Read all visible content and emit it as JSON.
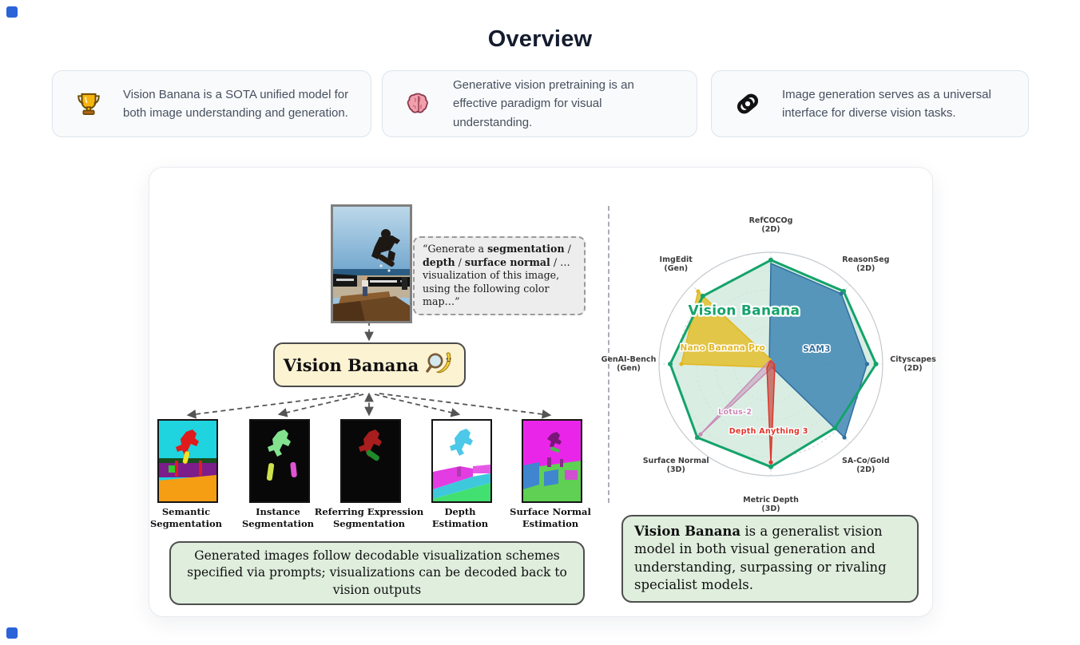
{
  "page": {
    "title": "Overview"
  },
  "cards": [
    {
      "icon": "trophy-icon",
      "text": "Vision Banana is a SOTA unified model for both image understanding and generation."
    },
    {
      "icon": "brain-icon",
      "text": "Generative vision pretraining is an effective paradigm for visual understanding."
    },
    {
      "icon": "link-icon",
      "text": "Image generation serves as a universal interface for diverse vision tasks."
    }
  ],
  "pipeline": {
    "prompt_segments": [
      {
        "text": "“Generate a ",
        "bold": false
      },
      {
        "text": "segmentation",
        "bold": true
      },
      {
        "text": " / ",
        "bold": false
      },
      {
        "text": "depth",
        "bold": true
      },
      {
        "text": " / ",
        "bold": false
      },
      {
        "text": "surface normal",
        "bold": true
      },
      {
        "text": " / … visualization of this image, using the following color map…”",
        "bold": false
      }
    ],
    "model_name": "Vision Banana",
    "outputs": [
      {
        "line1": "Semantic",
        "line2": "Segmentation"
      },
      {
        "line1": "Instance",
        "line2": "Segmentation"
      },
      {
        "line1": "Referring Expression",
        "line2": "Segmentation"
      },
      {
        "line1": "Depth",
        "line2": "Estimation"
      },
      {
        "line1": "Surface Normal",
        "line2": "Estimation"
      }
    ],
    "caption": "Generated images follow decodable visualization schemes specified via prompts; visualizations can be decoded back to vision outputs"
  },
  "right_panel": {
    "caption_segments": [
      {
        "text": "Vision Banana",
        "bold": true
      },
      {
        "text": " is a generalist vision model in both visual generation and understanding, surpassing or rivaling specialist models.",
        "bold": false
      }
    ]
  },
  "chart_data": {
    "type": "radar",
    "scale_max": 1.0,
    "rings": 5,
    "grid": true,
    "axes": [
      {
        "name": "RefCOCOg",
        "tag": "(2D)"
      },
      {
        "name": "ReasonSeg",
        "tag": "(2D)"
      },
      {
        "name": "Cityscapes",
        "tag": "(2D)"
      },
      {
        "name": "SA-Co/Gold",
        "tag": "(2D)"
      },
      {
        "name": "Metric Depth",
        "tag": "(3D)"
      },
      {
        "name": "Surface Normal",
        "tag": "(3D)"
      },
      {
        "name": "GenAI-Bench",
        "tag": "(Gen)"
      },
      {
        "name": "ImgEdit",
        "tag": "(Gen)"
      }
    ],
    "series": [
      {
        "name": "Vision Banana",
        "color": "#14a36b",
        "fill": "#cfe8dc",
        "fill_opacity": 0.8,
        "stroke_width": 3,
        "values": [
          0.93,
          0.92,
          0.94,
          0.81,
          0.92,
          0.93,
          0.9,
          0.86
        ],
        "dots": [
          0,
          1,
          2,
          3,
          4,
          5,
          6,
          7
        ],
        "label_pos": [
          -0.24,
          -0.44
        ],
        "label_size": 17
      },
      {
        "name": "SAM3",
        "color": "#2f6f9f",
        "fill": "#3f86b4",
        "fill_opacity": 0.85,
        "stroke_width": 1.5,
        "values": [
          0.9,
          0.89,
          0.86,
          0.93,
          0.02,
          0.02,
          0.02,
          0.02
        ],
        "dots": [
          1,
          2,
          3
        ],
        "label_pos": [
          0.41,
          -0.11
        ],
        "label_size": 10.5
      },
      {
        "name": "Nano Banana Pro",
        "color": "#e3b722",
        "fill": "#e2c135",
        "fill_opacity": 0.9,
        "stroke_width": 1.5,
        "values": [
          0.04,
          0.02,
          0.02,
          0.02,
          0.02,
          0.04,
          0.8,
          0.92
        ],
        "dots": [
          6,
          7
        ],
        "label_pos": [
          -0.43,
          -0.12
        ],
        "label_size": 10.5
      },
      {
        "name": "Lotus-2",
        "color": "#c98ab8",
        "fill": "#c493b8",
        "fill_opacity": 0.5,
        "stroke_width": 1.5,
        "values": [
          0.03,
          0.02,
          0.02,
          0.02,
          0.04,
          0.89,
          0.04,
          0.03
        ],
        "dots": [
          5
        ],
        "label_pos": [
          -0.32,
          0.45
        ],
        "label_size": 9.5
      },
      {
        "name": "Depth Anything 3",
        "color": "#e0352a",
        "fill": "#bf4a41",
        "fill_opacity": 0.7,
        "stroke_width": 1.5,
        "values": [
          0.03,
          0.02,
          0.03,
          0.05,
          0.88,
          0.05,
          0.02,
          0.02
        ],
        "dots": [
          4
        ],
        "label_pos": [
          -0.02,
          0.62
        ],
        "label_size": 9.5
      }
    ]
  }
}
